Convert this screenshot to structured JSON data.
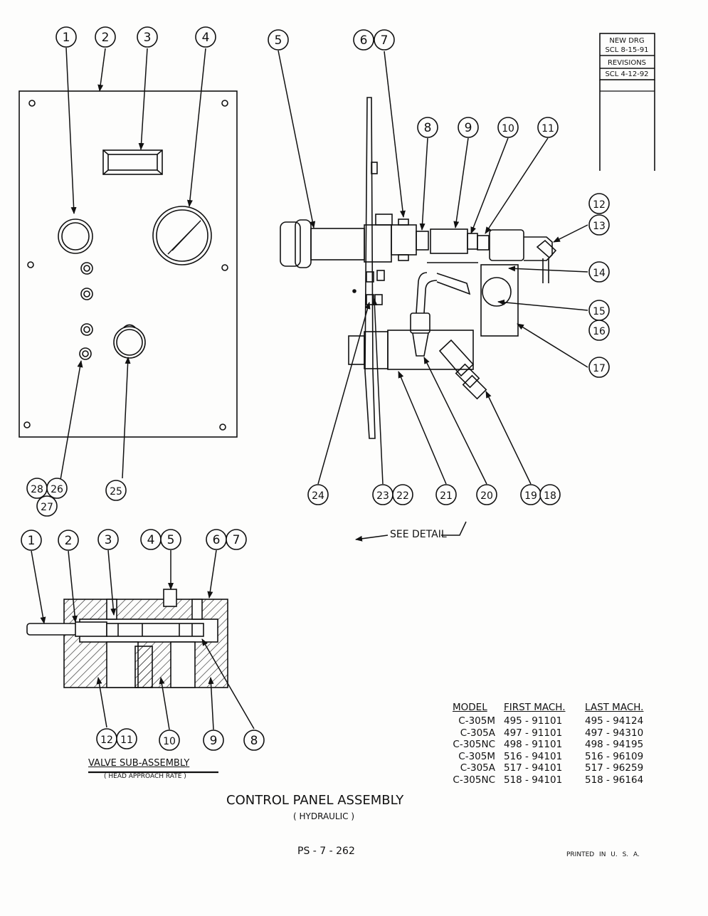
{
  "revision_box": {
    "line1": "NEW DRG",
    "line2": "SCL 8-15-91",
    "line3": "REVISIONS",
    "line4": "SCL 4-12-92"
  },
  "panel_callouts": [
    "1",
    "2",
    "3",
    "4",
    "25",
    "28",
    "26",
    "27"
  ],
  "side_callouts": [
    "5",
    "6",
    "7",
    "8",
    "9",
    "10",
    "11",
    "12",
    "13",
    "14",
    "15",
    "16",
    "17",
    "24",
    "23",
    "22",
    "21",
    "20",
    "19",
    "18"
  ],
  "see_detail": "SEE DETAIL",
  "valve_callouts": [
    "1",
    "2",
    "3",
    "4",
    "5",
    "6",
    "7",
    "12",
    "11",
    "10",
    "9",
    "8"
  ],
  "valve_title": "VALVE SUB-ASSEMBLY",
  "valve_subtitle": "( HEAD APPROACH RATE )",
  "table": {
    "headers": [
      "MODEL",
      "FIRST MACH.",
      "LAST MACH."
    ],
    "rows": [
      [
        "C-305M",
        "495 - 91101",
        "495 - 94124"
      ],
      [
        "C-305A",
        "497 - 91101",
        "497 - 94310"
      ],
      [
        "C-305NC",
        "498 - 91101",
        "498 - 94195"
      ],
      [
        "C-305M",
        "516 - 94101",
        "516 - 96109"
      ],
      [
        "C-305A",
        "517 - 94101",
        "517 - 96259"
      ],
      [
        "C-305NC",
        "518 - 94101",
        "518 - 96164"
      ]
    ]
  },
  "title": "CONTROL PANEL ASSEMBLY",
  "subtitle": "( HYDRAULIC )",
  "page_number": "PS - 7 - 262",
  "printed": "PRINTED IN U. S. A."
}
